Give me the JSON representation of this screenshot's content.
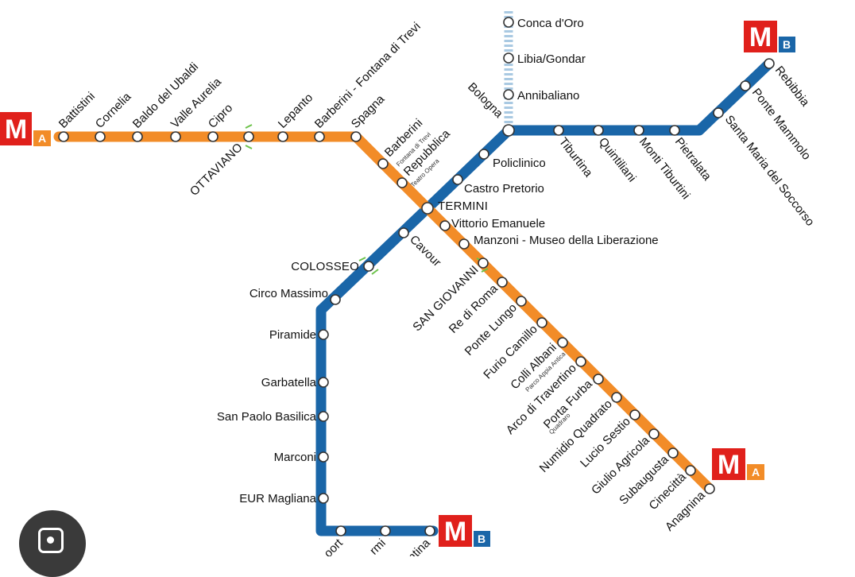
{
  "map": {
    "colors": {
      "line_a": "#f28c28",
      "line_b": "#1a66a8",
      "line_c": "#a9c9e2",
      "logo_red": "#e0201b",
      "logo_a_box": "#f28c28",
      "logo_b_box": "#1a66a8"
    },
    "logos": {
      "metro_letter": "M",
      "line_a_letter": "A",
      "line_b_letter": "B"
    },
    "stations": {
      "battistini": "Battistini",
      "cornelia": "Cornelia",
      "baldo": "Baldo del Ubaldi",
      "valle": "Valle Aurelia",
      "cipro": "Cipro",
      "ottaviano": "OTTAVIANO",
      "lepanto": "Lepanto",
      "barberini_fontana": "Barberini - Fontana di Trevi",
      "spagna": "Spagna",
      "barberini": "Barberini",
      "barberini_sub": "Fontana di Trevi",
      "repubblica": "Repubblica",
      "repubblica_sub": "Teatro Opera",
      "termini": "TERMINI",
      "vittorio": "Vittorio Emanuele",
      "manzoni": "Manzoni - Museo della Liberazione",
      "san_giovanni": "SAN GIOVANNI",
      "re_di_roma": "Re di Roma",
      "ponte_lungo": "Ponte Lungo",
      "furio": "Furio Camillo",
      "colli": "Colli Albani",
      "colli_sub": "Parco Appia Antica",
      "arco": "Arco di Travertino",
      "porta_furba": "Porta Furba",
      "porta_furba_sub": "Quadraro",
      "numidio": "Numidio Quadrato",
      "lucio": "Lucio Sestio",
      "giulio": "Giulio Agricola",
      "subaugusta": "Subaugusta",
      "cinecitta": "Cinecittà",
      "anagnina": "Anagnina",
      "bologna": "Bologna",
      "policlinico": "Policlinico",
      "castro": "Castro Pretorio",
      "cavour": "Cavour",
      "colosseo": "COLOSSEO",
      "circo": "Circo Massimo",
      "piramide": "Piramide",
      "garbatella": "Garbatella",
      "san_paolo": "San Paolo Basilica",
      "marconi": "Marconi",
      "eur_magliana": "EUR Magliana",
      "eur_palasport": "oort",
      "eur_fermi": "rmi",
      "laurentina": "ntina",
      "tiburtina": "Tiburtina",
      "quintiliani": "Quintiliani",
      "monti": "Monti Tiburtini",
      "pietralata": "Pietralata",
      "santa_maria": "Santa Maria del Soccorso",
      "ponte_mammolo": "Ponte Mammolo",
      "rebibbia": "Rebibbia",
      "conca": "Conca d'Oro",
      "libia": "Libia/Gondar",
      "annibaliano": "Annibaliano"
    }
  }
}
